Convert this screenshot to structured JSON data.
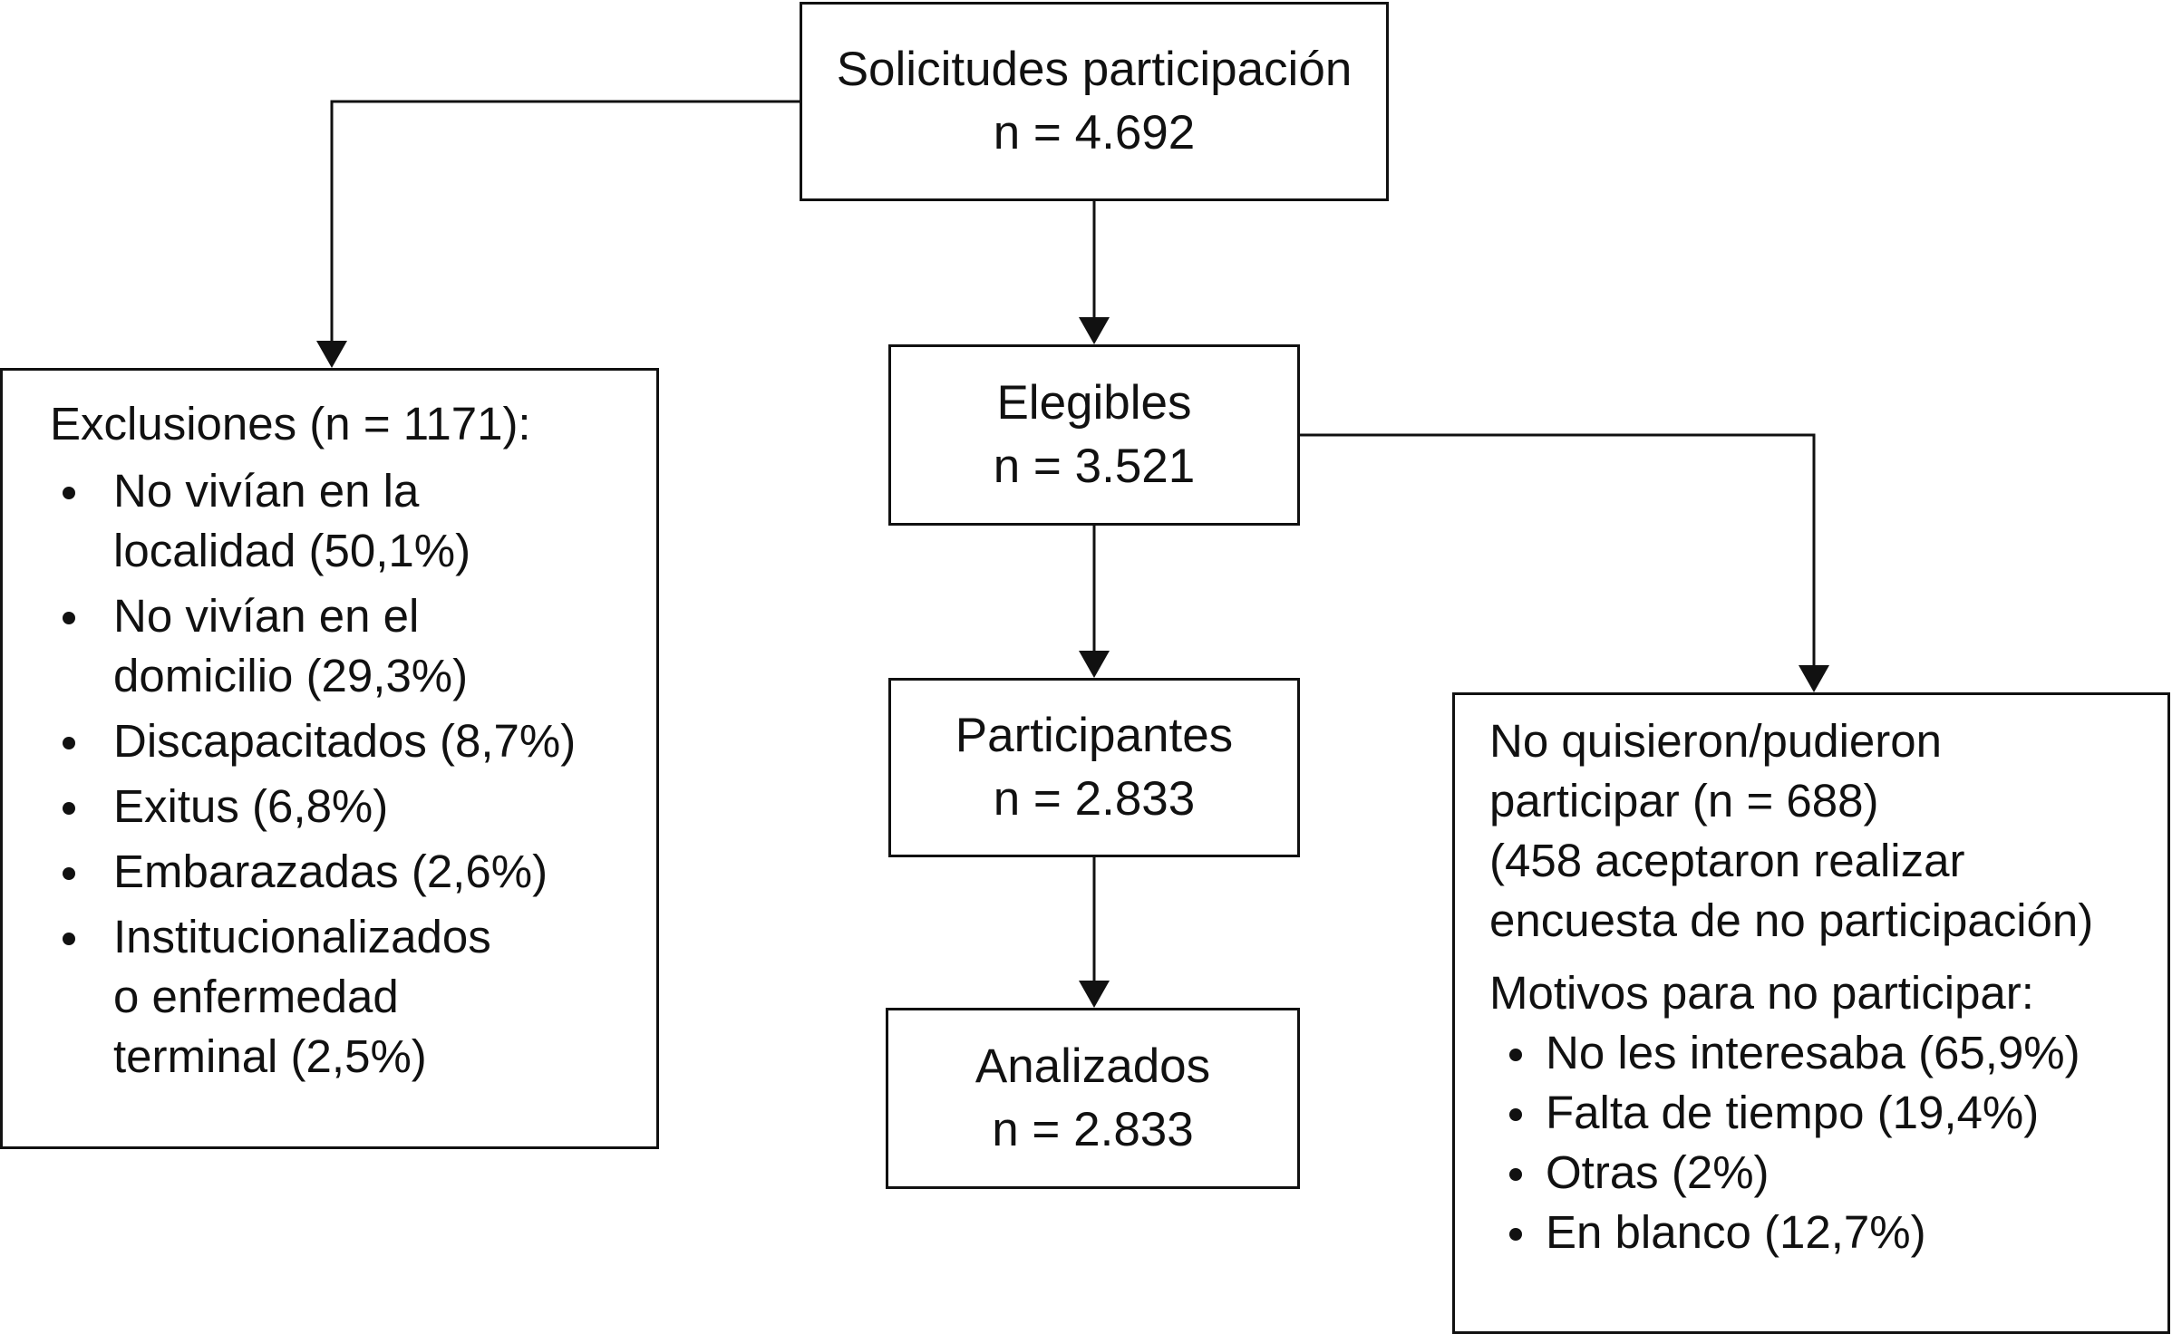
{
  "boxes": {
    "solicitudes": {
      "title": "Solicitudes participación",
      "n": "n = 4.692"
    },
    "elegibles": {
      "title": "Elegibles",
      "n": "n = 3.521"
    },
    "participantes": {
      "title": "Participantes",
      "n": "n = 2.833"
    },
    "analizados": {
      "title": "Analizados",
      "n": "n = 2.833"
    },
    "exclusiones": {
      "heading": "Exclusiones (n = 1171):",
      "items": [
        {
          "line1": "No vivían en la",
          "line2": "localidad (50,1%)"
        },
        {
          "line1": "No vivían en el",
          "line2": "domicilio (29,3%)"
        },
        {
          "line1": "Discapacitados (8,7%)",
          "line2": ""
        },
        {
          "line1": "Exitus (6,8%)",
          "line2": ""
        },
        {
          "line1": "Embarazadas (2,6%)",
          "line2": ""
        },
        {
          "line1": "Institucionalizados",
          "line2": "o enfermedad",
          "line3": "terminal (2,5%)"
        }
      ]
    },
    "no_participaron": {
      "line1": "No quisieron/pudieron",
      "line2": "participar (n = 688)",
      "line3": "(458 aceptaron realizar",
      "line4": "encuesta de no participación)",
      "reasons_title": "Motivos para no participar:",
      "reasons": [
        "No les interesaba (65,9%)",
        "Falta de tiempo (19,4%)",
        "Otras (2%)",
        "En blanco (12,7%)"
      ]
    }
  },
  "colors": {
    "line": "#111111",
    "background": "#ffffff"
  }
}
